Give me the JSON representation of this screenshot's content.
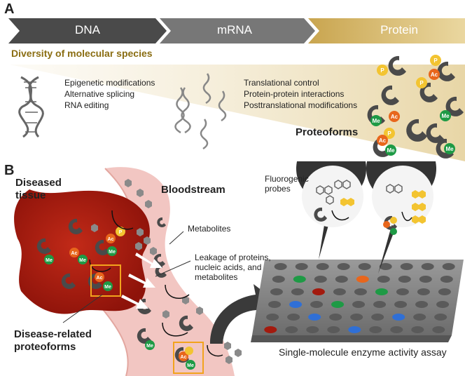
{
  "panel_a": {
    "letter": "A",
    "chevrons": [
      "DNA",
      "mRNA",
      "Protein"
    ],
    "diversity_title": "Diversity of molecular species",
    "dna_mods": [
      "Epigenetic modifications",
      "Alternative splicing",
      "RNA editing"
    ],
    "protein_mods": [
      "Translational control",
      "Protein-protein interactions",
      "Posttranslational modifications"
    ],
    "proteoforms": "Proteoforms",
    "ptm_labels": {
      "phospho": "P",
      "acetyl": "Ac",
      "methyl": "Me"
    }
  },
  "panel_b": {
    "letter": "B",
    "diseased_tissue": [
      "Diseased",
      "tissue"
    ],
    "bloodstream": "Bloodstream",
    "metabolites": "Metabolites",
    "leakage": [
      "Leakage of proteins,",
      "nucleic acids, and",
      "metabolites"
    ],
    "disease_related": [
      "Disease-related",
      "proteoforms"
    ],
    "fluorogenic": [
      "Fluorogenic",
      "probes"
    ],
    "assay": "Single-molecule enzyme activity assay"
  },
  "colors": {
    "chevron_dark": "#4a4a4a",
    "chevron_mid": "#777777",
    "chevron_gold": "#d4b66a",
    "diversity_gold": "#8a6d12",
    "tissue_red": "#a31a0e",
    "blood_pink": "#f2c6c2",
    "protein_grey": "#4a4a4a",
    "ptm_yellow": "#f3c431",
    "ptm_orange": "#e8661c",
    "ptm_green": "#1e9a45",
    "box_orange": "#f2a31d"
  }
}
